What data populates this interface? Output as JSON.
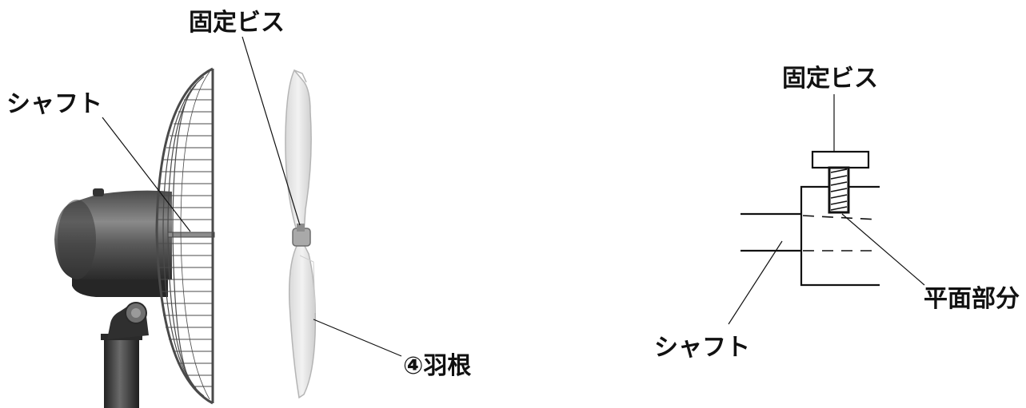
{
  "figure_left": {
    "labels": {
      "fixing_screw": "固定ビス",
      "shaft": "シャフト",
      "blade": "④羽根"
    }
  },
  "figure_right": {
    "labels": {
      "fixing_screw": "固定ビス",
      "flat_part": "平面部分",
      "shaft": "シャフト"
    }
  },
  "colors": {
    "ink": "#111111",
    "motor_dark": "#3d3d3d",
    "motor_mid": "#6a6a6a",
    "guard": "#555555",
    "blade_fill": "#e6e6e6",
    "blade_edge": "#b5b5b5"
  }
}
